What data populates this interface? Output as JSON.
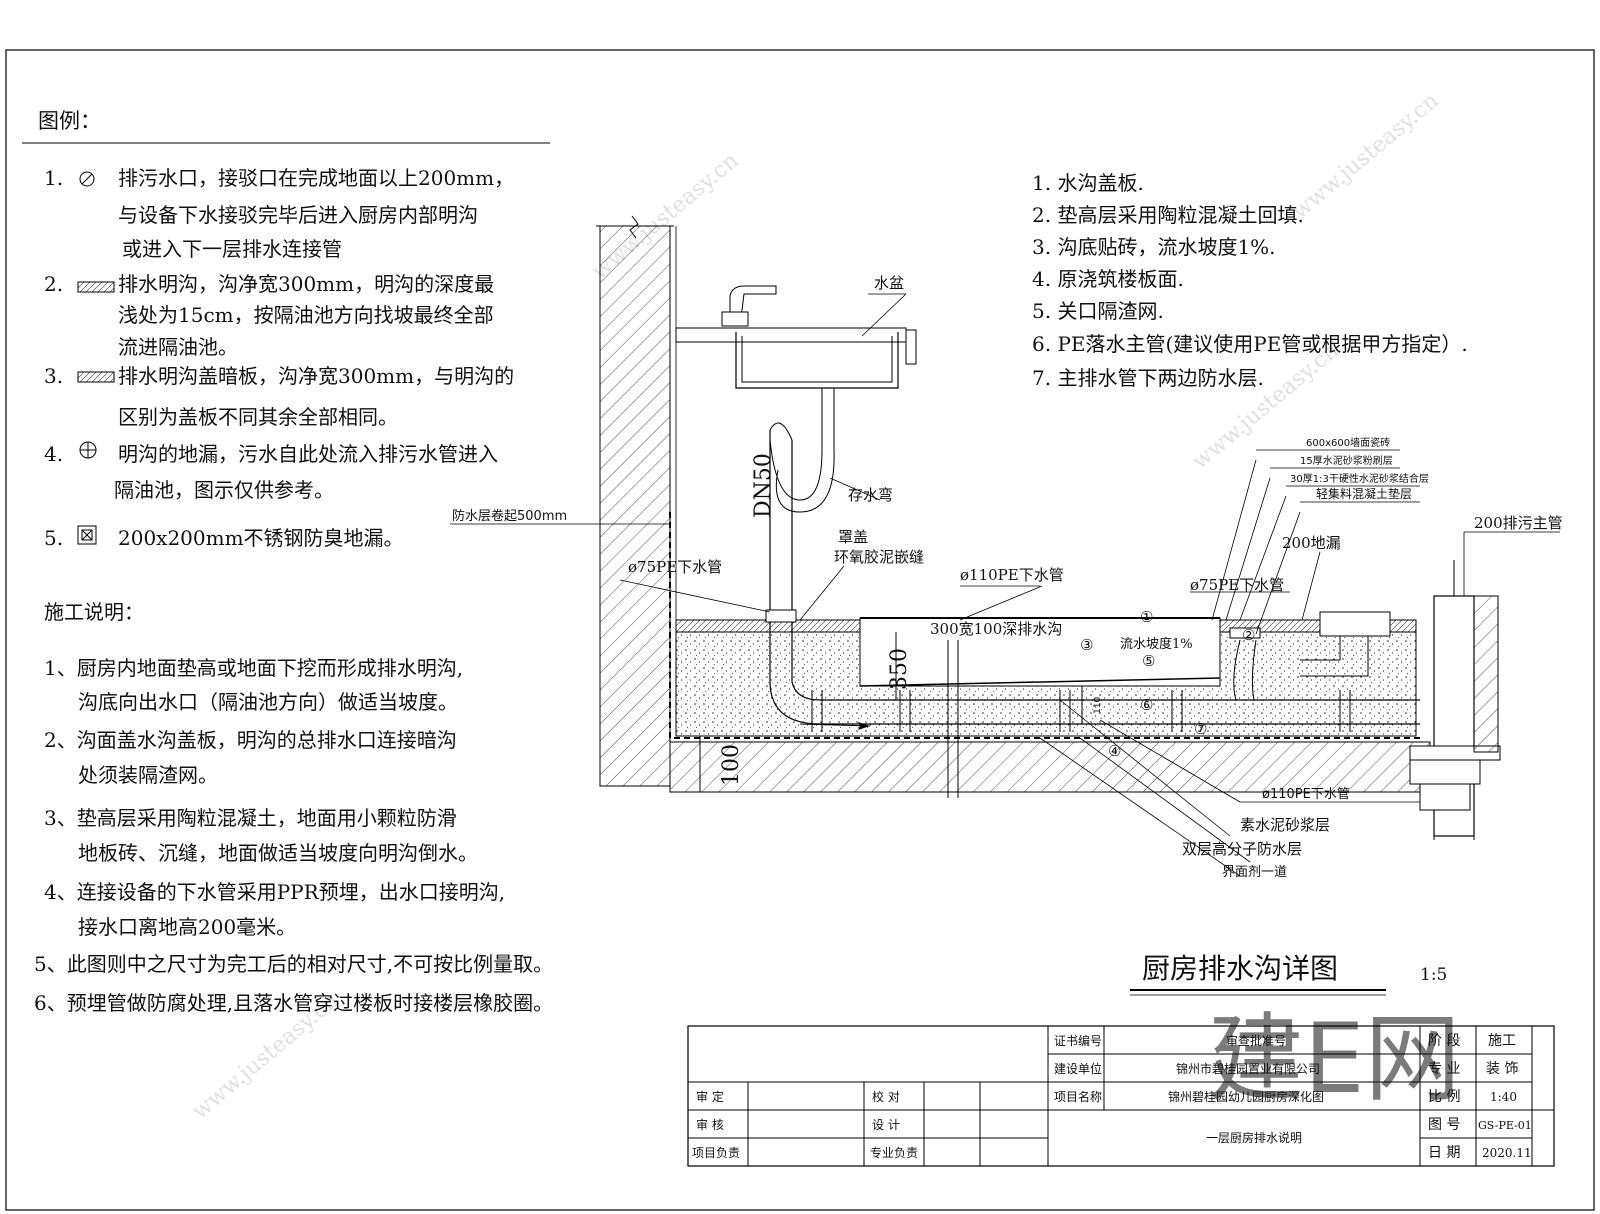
{
  "legend": {
    "title": "图例：",
    "items": [
      {
        "num": "1.",
        "lines": [
          "排污水口，接驳口在完成地面以上200mm，",
          "与设备下水接驳完毕后进入厨房内部明沟",
          "或进入下一层排水连接管"
        ]
      },
      {
        "num": "2.",
        "lines": [
          "排水明沟，沟净宽300mm，明沟的深度最",
          "浅处为15cm，按隔油池方向找坡最终全部",
          "流进隔油池。"
        ]
      },
      {
        "num": "3.",
        "lines": [
          "排水明沟盖暗板，沟净宽300mm，与明沟的",
          "区别为盖板不同其余全部相同。"
        ]
      },
      {
        "num": "4.",
        "lines": [
          "明沟的地漏，污水自此处流入排污水管进入",
          "隔油池，图示仅供参考。"
        ]
      },
      {
        "num": "5.",
        "lines": [
          "200x200mm不锈钢防臭地漏。"
        ]
      }
    ]
  },
  "construction": {
    "title": "施工说明：",
    "items": [
      [
        "1、厨房内地面垫高或地面下挖而形成排水明沟,",
        "沟底向出水口（隔油池方向）做适当坡度。"
      ],
      [
        "2、沟面盖水沟盖板，明沟的总排水口连接暗沟",
        "处须装隔渣网。"
      ],
      [
        "3、垫高层采用陶粒混凝土，地面用小颗粒防滑",
        "地板砖、沉缝，地面做适当坡度向明沟倒水。"
      ],
      [
        "4、连接设备的下水管采用PPR预埋，出水口接明沟,",
        "接水口离地高200毫米。"
      ],
      [
        "5、此图则中之尺寸为完工后的相对尺寸,不可按比例量取。"
      ],
      [
        "6、预埋管做防腐处理,且落水管穿过楼板时接楼层橡胶圈。"
      ]
    ]
  },
  "notes": [
    "1. 水沟盖板.",
    "2. 垫高层采用陶粒混凝土回填.",
    "3. 沟底贴砖，流水坡度1%.",
    "4. 原浇筑楼板面.",
    "5. 关口隔渣网.",
    "6. PE落水主管(建议使用PE管或根据甲方指定）.",
    "7. 主排水管下两边防水层."
  ],
  "labels": {
    "basin": "水盆",
    "trap": "存水弯",
    "dn50": "DN50",
    "waterproof_up": "防水层卷起500mm",
    "pipe75_left": "ø75PE下水管",
    "cover": "罩盖",
    "epoxy": "环氧胶泥嵌缝",
    "pipe110_top": "ø110PE下水管",
    "trench": "300宽100深排水沟",
    "slope": "流水坡度1%",
    "pipe75_right": "ø75PE下水管",
    "drain200": "200地漏",
    "main200": "200排污主管",
    "pipe110_bottom": "ø110PE下水管",
    "layer_tile": "600x600墙面瓷砖",
    "layer_mortar": "15厚水泥砂浆粉刷层",
    "layer_bond": "30厚1:3干硬性水泥砂浆结合层",
    "layer_light": "轻集料混凝土垫层",
    "cement_slurry": "素水泥砂浆层",
    "double_membrane": "双层高分子防水层",
    "interface": "界面剂一道",
    "dim350": "350",
    "dim100": "100",
    "dim110": "110",
    "c1": "①",
    "c3": "③",
    "c5": "⑤",
    "c6": "⑥",
    "c7": "⑦",
    "c4": "④",
    "c2": "②"
  },
  "title": {
    "main": "厨房排水沟详图",
    "scale": "1:5"
  },
  "title_block": {
    "cert_label": "证书编号",
    "review_label": "审查批准号",
    "client_label": "建设单位",
    "client_value": "锦州市碧桂园置业有限公司",
    "project_label": "项目名称",
    "project_value": "锦州碧桂园幼儿园厨房深化图",
    "drawing_title": "一层厨房排水说明",
    "approve": "审  定",
    "check": "审  核",
    "lead": "项目负责",
    "proof": "校  对",
    "design": "设  计",
    "pro_lead": "专业负责",
    "stage_label": "阶  段",
    "stage_value": "施工",
    "major_label": "专  业",
    "major_value": "装 饰",
    "ratio_label": "比  例",
    "ratio_value": "1:40",
    "no_label": "图  号",
    "no_value": "GS-PE-01",
    "date_label": "日  期",
    "date_value": "2020.11"
  },
  "watermark": {
    "text": "建E网",
    "url": "www.justeasy.cn"
  }
}
